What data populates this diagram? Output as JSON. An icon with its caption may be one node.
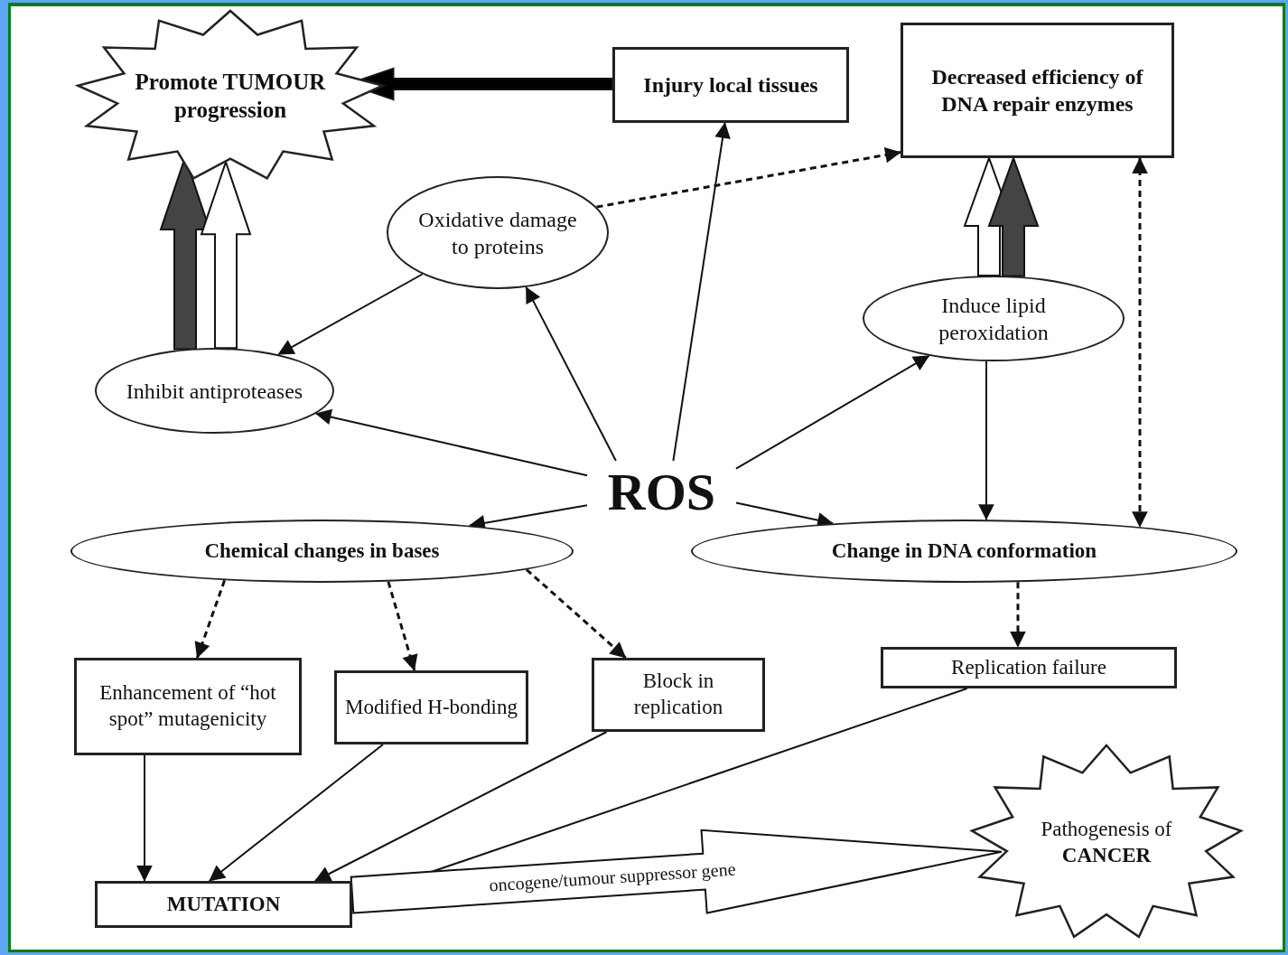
{
  "diagram": {
    "nodes": [
      {
        "text": [
          "Promote TUMOUR progression"
        ]
      },
      {
        "text": [
          "Injury local tissues"
        ]
      },
      {
        "text": [
          "Decreased efficiency of DNA repair enzymes"
        ]
      },
      {
        "text": [
          "Oxidative damage to proteins"
        ]
      },
      {
        "text": [
          "Induce lipid peroxidation"
        ]
      },
      {
        "text": [
          "Inhibit antiproteases"
        ]
      },
      {
        "text": [
          "ROS"
        ]
      },
      {
        "text": [
          "Chemical changes in bases"
        ]
      },
      {
        "text": [
          "Change in DNA conformation"
        ]
      },
      {
        "text": [
          "Enhancement of “hot spot” mutagenicity"
        ]
      },
      {
        "text": [
          "Modified H-bonding"
        ]
      },
      {
        "text": [
          "Block in replication"
        ]
      },
      {
        "text": [
          "Replication failure"
        ]
      },
      {
        "text": [
          "MUTATION"
        ]
      },
      {
        "text": [
          "Pathogenesis of **CANCER**"
        ]
      }
    ],
    "edges": [
      {
        "from": 1,
        "to": 0,
        "arrow": "to",
        "style": "thick",
        "color": "#000000"
      },
      {
        "from": 5,
        "to": 0,
        "arrow": "to",
        "style": "thick",
        "color": "#444444"
      },
      {
        "from": 5,
        "to": 0,
        "arrow": "to",
        "style": "thick",
        "color": "#ffffff"
      },
      {
        "from": 3,
        "to": 2,
        "arrow": "to",
        "style": "dashed"
      },
      {
        "from": 4,
        "to": 2,
        "arrow": "to",
        "style": "thick",
        "color": "#ffffff"
      },
      {
        "from": 4,
        "to": 2,
        "arrow": "to",
        "style": "thick",
        "color": "#444444"
      },
      {
        "from": 2,
        "to": 8,
        "arrow": "both",
        "style": "dashed"
      },
      {
        "from": 3,
        "to": 5,
        "arrow": "to"
      },
      {
        "from": 6,
        "to": 5,
        "arrow": "to"
      },
      {
        "from": 6,
        "to": 3,
        "arrow": "to"
      },
      {
        "from": 6,
        "to": 1,
        "arrow": "to"
      },
      {
        "from": 6,
        "to": 4,
        "arrow": "to"
      },
      {
        "from": 6,
        "to": 7,
        "arrow": "to"
      },
      {
        "from": 6,
        "to": 8,
        "arrow": "to"
      },
      {
        "from": 4,
        "to": 8,
        "arrow": "to"
      },
      {
        "from": 7,
        "to": 9,
        "arrow": "to",
        "style": "dashed"
      },
      {
        "from": 7,
        "to": 10,
        "arrow": "to",
        "style": "dashed"
      },
      {
        "from": 7,
        "to": 11,
        "arrow": "to",
        "style": "dashed"
      },
      {
        "from": 8,
        "to": 12,
        "arrow": "to",
        "style": "dashed"
      },
      {
        "from": 9,
        "to": 13,
        "arrow": "to"
      },
      {
        "from": 10,
        "to": 13,
        "arrow": "to"
      },
      {
        "from": 11,
        "to": 13,
        "arrow": "to"
      },
      {
        "from": 12,
        "to": 13,
        "arrow": "to"
      },
      {
        "from": 13,
        "to": 14,
        "arrow": "to",
        "style": "thick",
        "color": "#ffffff",
        "label": "oncogene/tumour suppressor gene"
      }
    ]
  }
}
